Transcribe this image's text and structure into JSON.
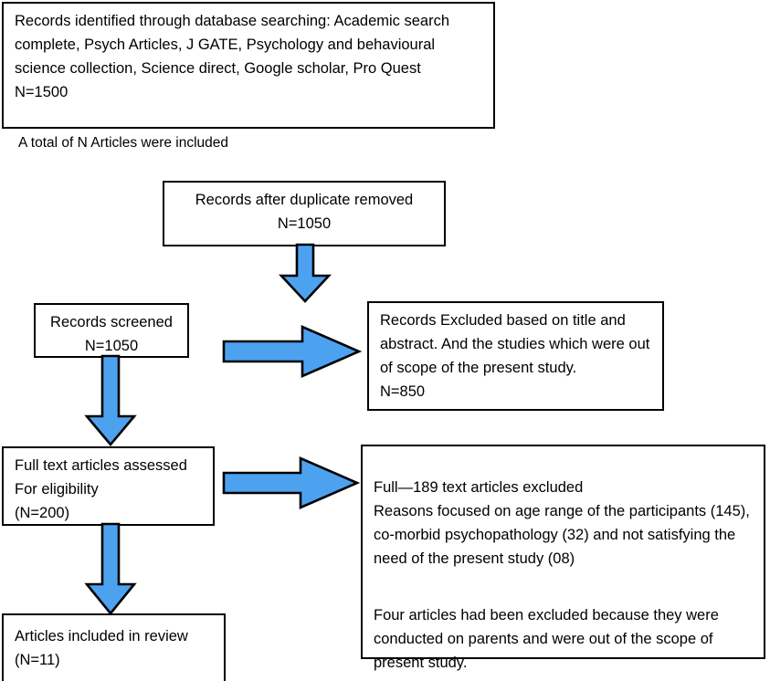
{
  "diagram": {
    "title": "PRISMA study selection flow diagram",
    "arrow_color": "#4da2f0",
    "arrow_outline_color": "#000000",
    "box_border_color": "#000000",
    "background_color": "#ffffff",
    "text_color": "#000000"
  },
  "identification": {
    "box_label": "Records identified through database searching: Academic search complete, Psych Articles, J GATE, Psychology and behavioural science collection, Science direct, Google scholar, Pro Quest\nN=1500",
    "count_text": "N=1500",
    "count": 1500
  },
  "note": {
    "text": "A total of N Articles were included"
  },
  "duplicates": {
    "box_label": "Records after duplicate removed\nN=1050",
    "count_text": "N=1050",
    "count": 1050
  },
  "screening": {
    "box_label": "Records screened\nN=1050",
    "count_text": "N=1050",
    "count": 1050
  },
  "excluded_screening": {
    "box_label": "Records Excluded based on title and abstract. And the studies which were out of scope of the present study.\nN=850",
    "count_text": "N=850",
    "count": 850
  },
  "eligibility": {
    "box_label": "Full text articles assessed\nFor eligibility\n(N=200)",
    "count_text": "(N=200)",
    "count": 200
  },
  "excluded_eligibility": {
    "paragraph_1": "Full—189 text articles excluded\nReasons focused on age range of the participants (145), co-morbid psychopathology (32) and not satisfying the need of the present study (08)",
    "paragraph_2": "Four articles had been excluded because they were conducted on parents and were out of the scope of present study.",
    "excluded_total": 189,
    "reason_age_range": 145,
    "reason_comorbid": 32,
    "reason_not_satisfying": "08"
  },
  "included": {
    "box_label": "Articles included in review\n(N=11)",
    "count_text": "(N=11)",
    "count": 11
  },
  "arrows": {
    "duplicates_to_screened": "down-arrow-icon",
    "screened_to_excluded": "right-arrow-icon",
    "screened_to_eligibility": "down-arrow-icon",
    "eligibility_to_excluded": "right-arrow-icon",
    "eligibility_to_included": "down-arrow-icon"
  }
}
